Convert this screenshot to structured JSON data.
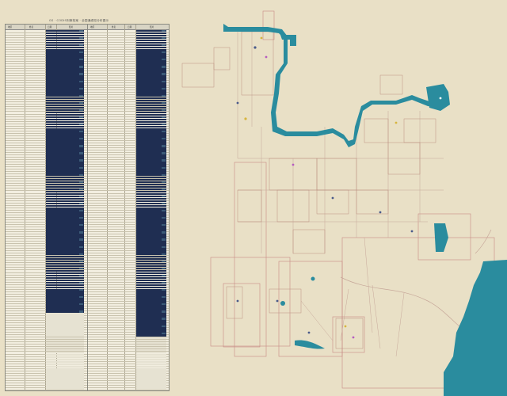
{
  "poster": {
    "title": "GS · CODIS刑事档案 · 全国通缉犯分布图示",
    "background": "#e9e0c6"
  },
  "tables": [
    {
      "id": "left",
      "headers": [
        "地区",
        "姓名",
        "日期",
        "照片"
      ],
      "row_count": 150,
      "dark_until": 118
    },
    {
      "id": "right",
      "headers": [
        "地区",
        "姓名",
        "日期",
        "照片"
      ],
      "row_count": 150,
      "dark_until": 128
    }
  ],
  "map": {
    "water_color": "#2a8c9e",
    "road_color": "#c7a89a",
    "district_color": "#c98a86",
    "landmark_color": "#4a5a8a",
    "icons": [
      "river-water",
      "lake-water",
      "coast-water",
      "district-outline",
      "landmark-marker"
    ]
  }
}
